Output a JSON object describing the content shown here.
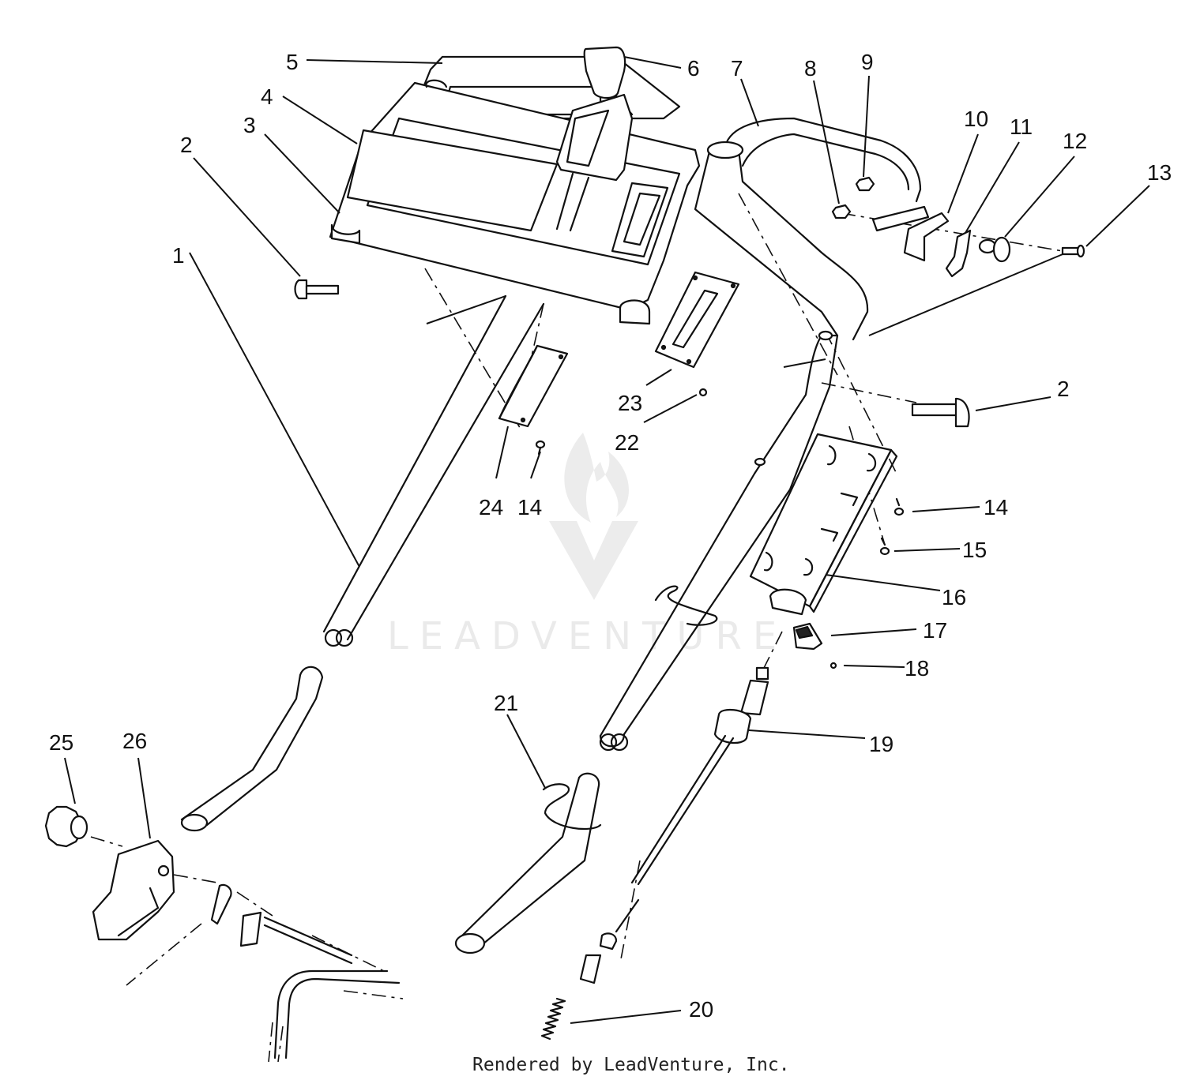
{
  "diagram": {
    "callouts": [
      "1",
      "2",
      "2",
      "3",
      "4",
      "5",
      "6",
      "7",
      "8",
      "9",
      "10",
      "11",
      "12",
      "13",
      "14",
      "14",
      "15",
      "16",
      "17",
      "18",
      "19",
      "20",
      "21",
      "22",
      "23",
      "24",
      "25",
      "26"
    ],
    "watermark": "LEADVENTURE",
    "credit": "Rendered by LeadVenture, Inc."
  }
}
